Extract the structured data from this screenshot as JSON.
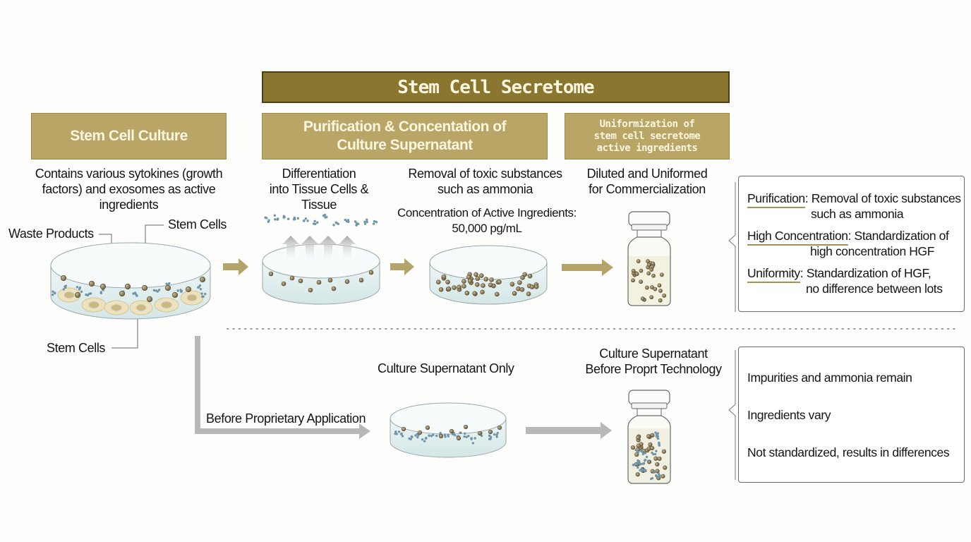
{
  "headers": {
    "main": "Stem Cell Secretome",
    "culture": "Stem Cell Culture",
    "purification": [
      "Purification & Concentation of",
      "Culture Supernatant"
    ],
    "uniformization": [
      "Uniformization of",
      "stem cell secretome",
      "active ingredients"
    ]
  },
  "descriptions": {
    "culture": [
      "Contains various sytokines (growth",
      "factors) and exosomes as active",
      "ingredients"
    ],
    "differentiation": [
      "Differentiation",
      "into Tissue Cells &",
      "Tissue"
    ],
    "removal": [
      "Removal of toxic substances",
      "such as ammonia"
    ],
    "concentration": [
      "Concentration of Active Ingredients:",
      "50,000 pg/mL"
    ],
    "diluted": [
      "Diluted and Uniformed",
      "for Commercialization"
    ]
  },
  "dish_labels": {
    "waste_products": "Waste Products",
    "stem_cells_top": "Stem Cells",
    "stem_cells_bottom": "Stem Cells"
  },
  "after_box": {
    "items": [
      {
        "key": "Purification",
        "sep": ":",
        "text": " Removal of toxic substances",
        "cont": "such as ammonia"
      },
      {
        "key": "High Concentration",
        "sep": ":",
        "text": " Standardization of",
        "cont": "high concentration HGF"
      },
      {
        "key": "Uniformity",
        "sep": ":",
        "text": " Standardization of HGF,",
        "cont": "no difference between lots"
      }
    ]
  },
  "before": {
    "path_label": "Before Proprietary Application",
    "supernatant_only": "Culture Supernatant Only",
    "vial_label": [
      "Culture Supernatant",
      "Before Proprt Technology"
    ],
    "box_items": [
      "Impurities and ammonia remain",
      "Ingredients vary",
      "Not standardized, results in differences"
    ]
  },
  "colors": {
    "header_dark": "#8a762e",
    "header_light": "#b9a566",
    "arrow_gold": "#b5a46a",
    "arrow_gray": "#b8b8b8",
    "liquid": "#dcecec",
    "particle_brown": "#8a7a5a",
    "particle_blue": "#6f95a8"
  }
}
